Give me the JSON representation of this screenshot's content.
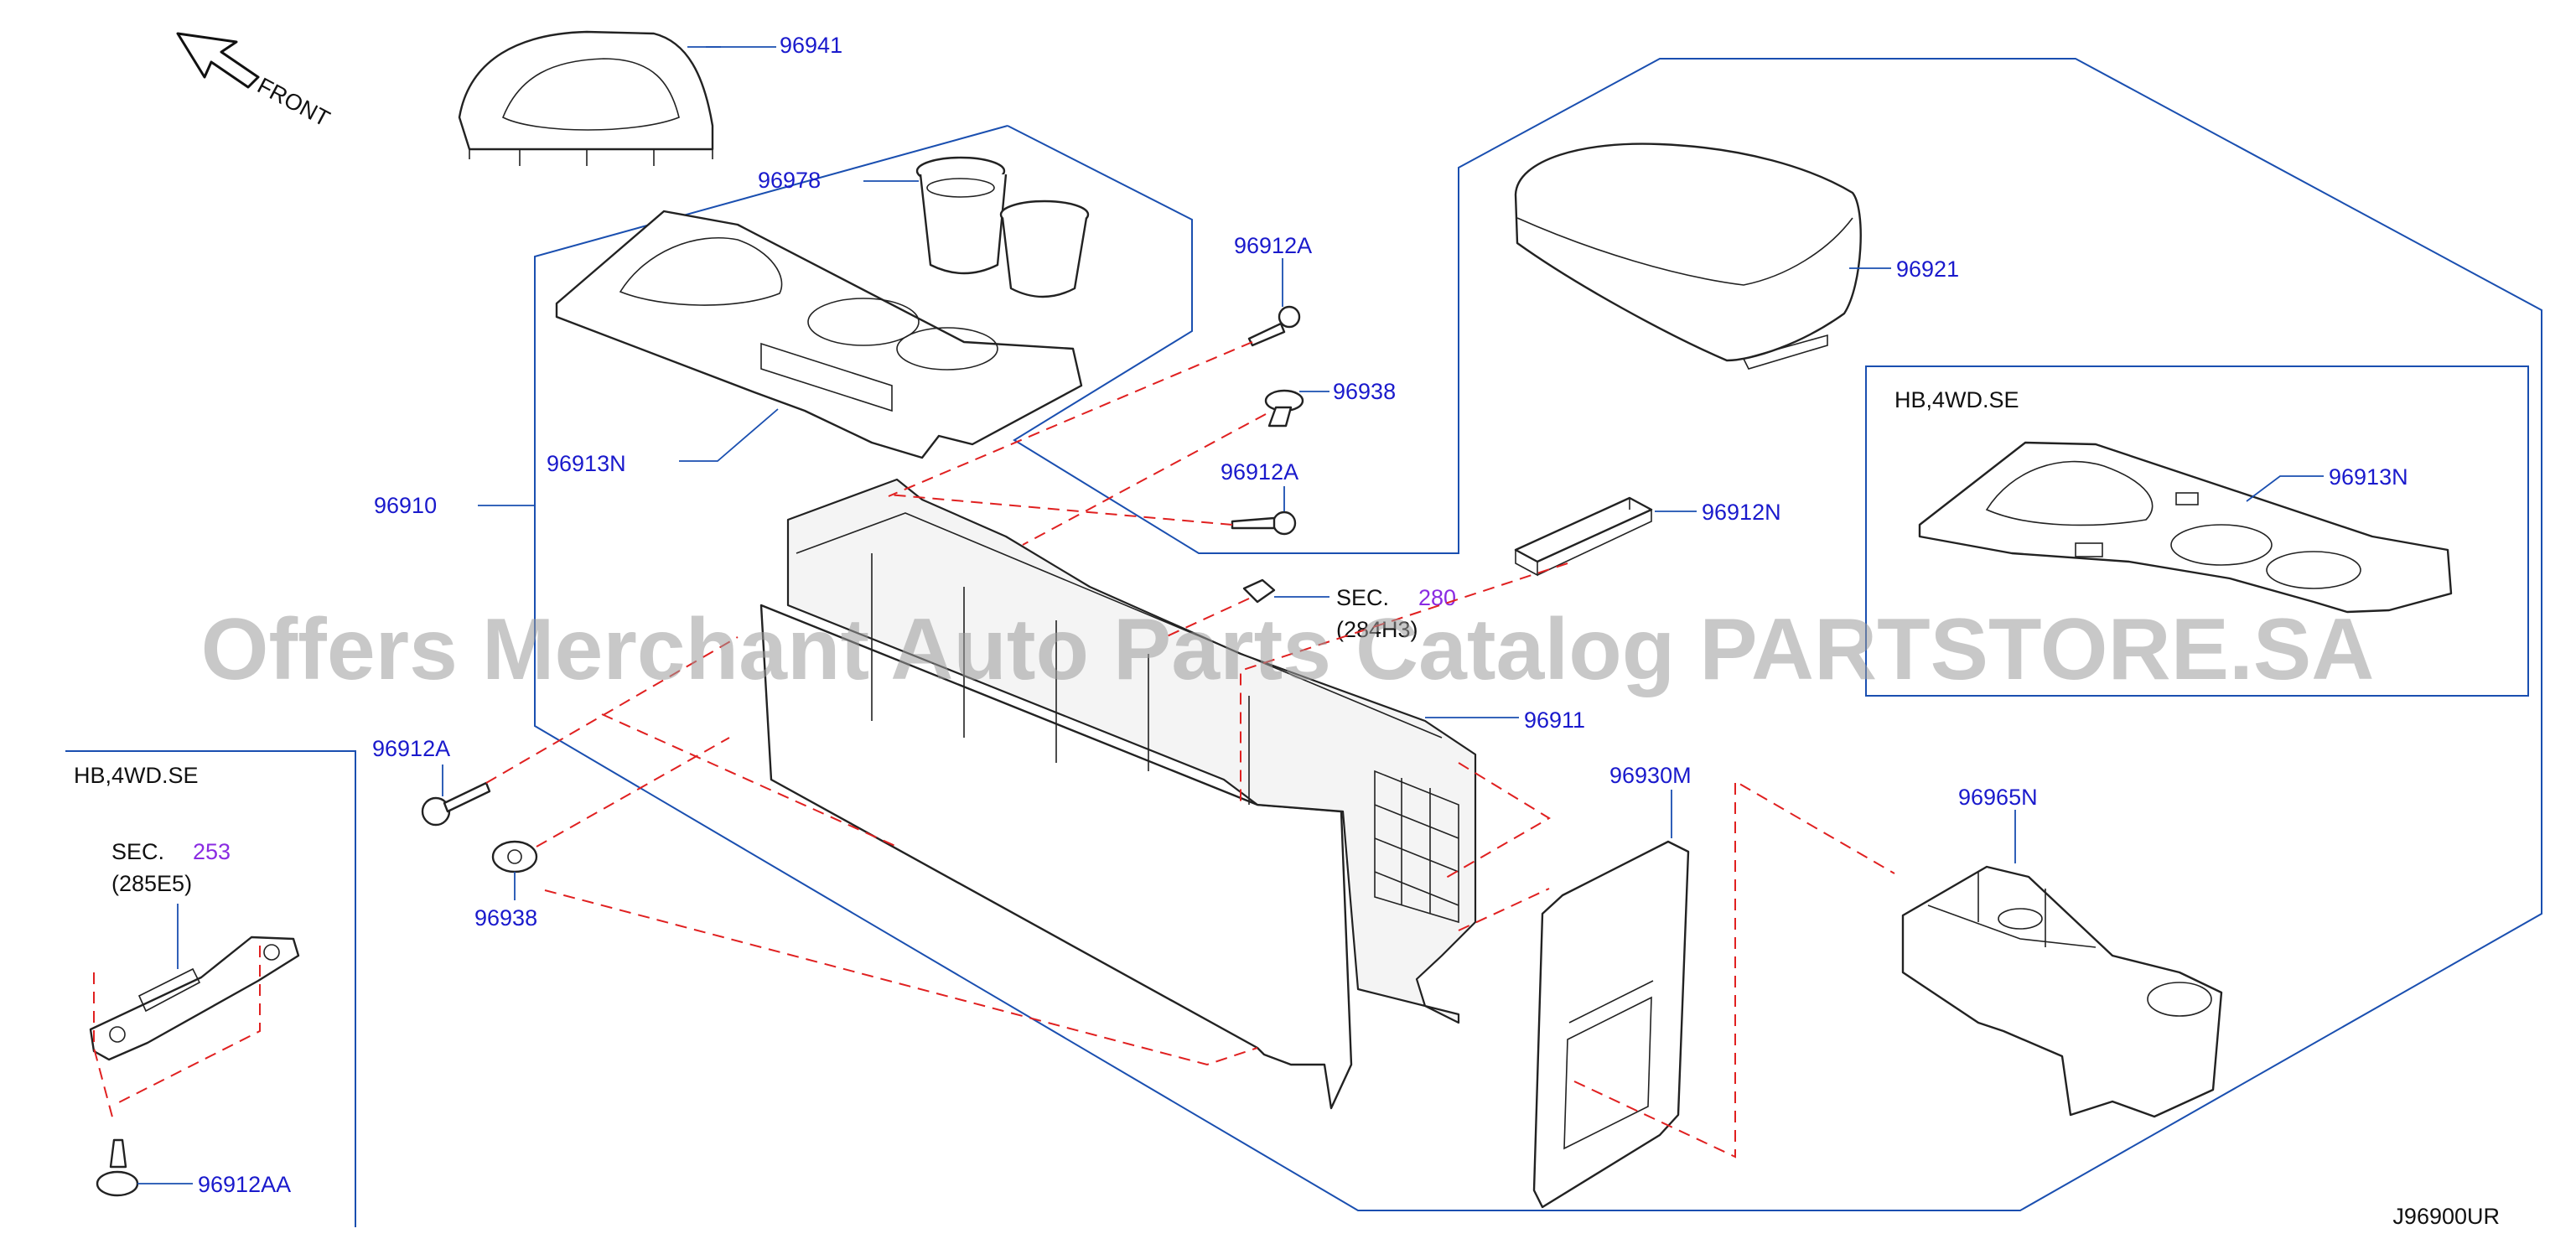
{
  "front_label": "FRONT",
  "watermark": "Offers Merchant Auto Parts Catalog PARTSTORE.SA",
  "diagram_code": "J96900UR",
  "labels": {
    "p96941": "96941",
    "p96978": "96978",
    "p96912A_top": "96912A",
    "p96938_top": "96938",
    "p96912A_mid": "96912A",
    "p96913N": "96913N",
    "p96910": "96910",
    "p96921": "96921",
    "p96912N": "96912N",
    "p96911": "96911",
    "p96912A_left": "96912A",
    "p96938_left": "96938",
    "p96930M": "96930M",
    "p96965N": "96965N",
    "p96913N_inset": "96913N",
    "p96912AA": "96912AA"
  },
  "inset_right": {
    "variant": "HB,4WD.SE"
  },
  "inset_left": {
    "variant": "HB,4WD.SE",
    "sec_prefix": "SEC.",
    "sec_num": "253",
    "sec_ref": "(285E5)"
  },
  "sec_280": {
    "prefix": "SEC.",
    "num": "280",
    "ref": "(284H3)"
  },
  "colors": {
    "part_number": "#1a1acc",
    "section_number": "#8a2be2",
    "leader": "#1a4fb0",
    "dashed": "#e02020"
  }
}
